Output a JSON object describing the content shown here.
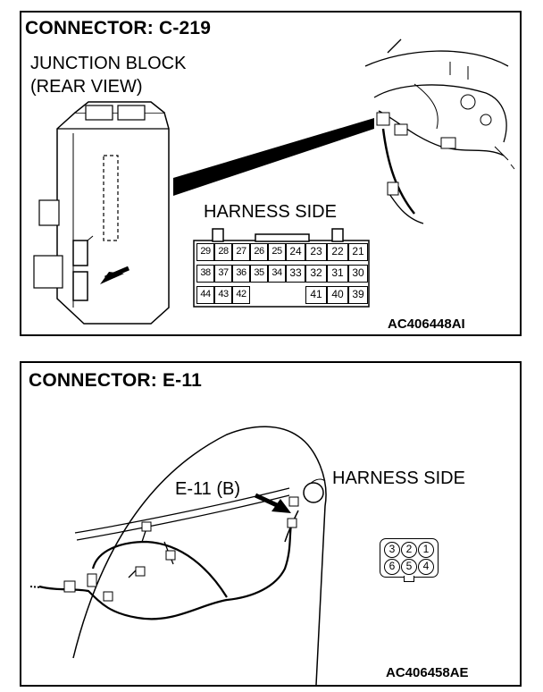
{
  "panel1": {
    "title": "CONNECTOR: C-219",
    "junction_line1": "JUNCTION BLOCK",
    "junction_line2": "(REAR VIEW)",
    "harness_side": "HARNESS SIDE",
    "code": "AC406448AI",
    "connector_rows": [
      [
        "29",
        "28",
        "27",
        "26",
        "25",
        "24",
        "23",
        "22",
        "21"
      ],
      [
        "38",
        "37",
        "36",
        "35",
        "34",
        "33",
        "32",
        "31",
        "30"
      ],
      [
        "44",
        "43",
        "42",
        "",
        "",
        "",
        "41",
        "40",
        "39"
      ]
    ]
  },
  "panel2": {
    "title": "CONNECTOR: E-11",
    "callout": "E-11 (B)",
    "harness_side": "HARNESS SIDE",
    "code": "AC406458AE",
    "connector_rows": [
      [
        "3",
        "2",
        "1"
      ],
      [
        "6",
        "5",
        "4"
      ]
    ]
  }
}
